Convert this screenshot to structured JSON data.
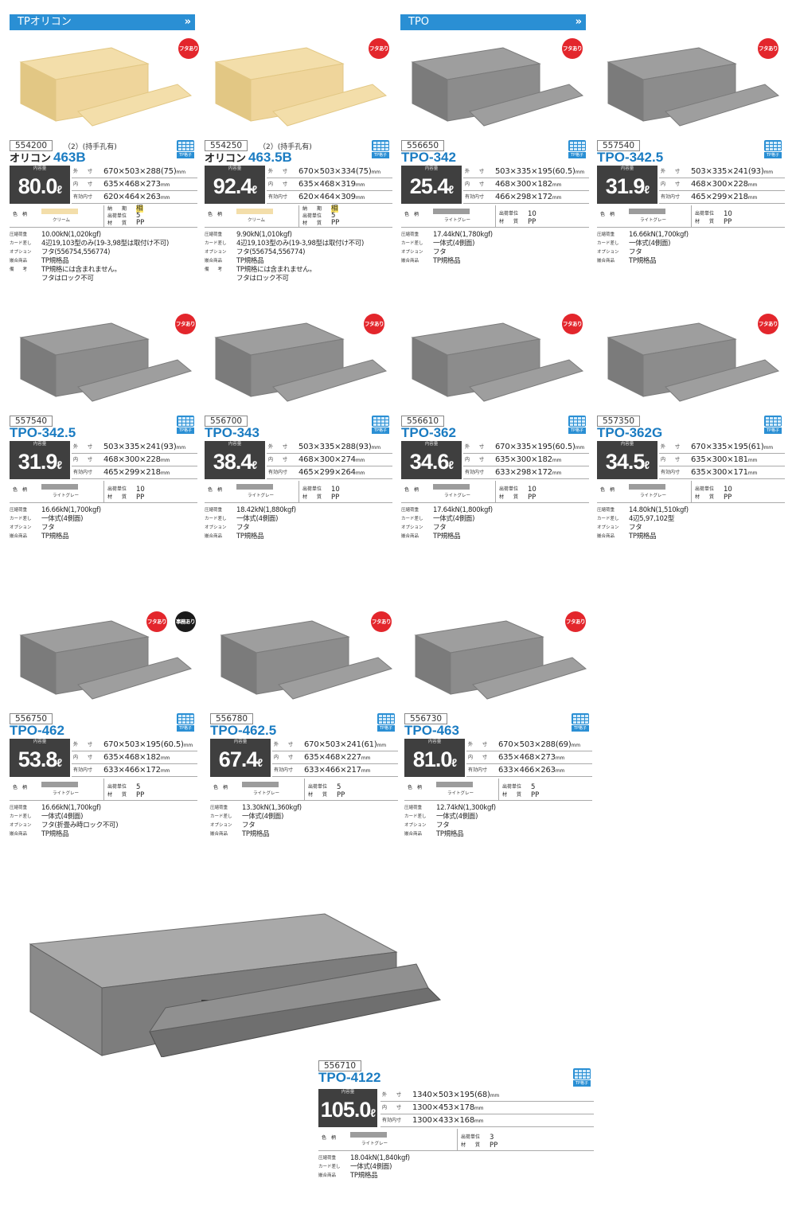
{
  "sections": [
    {
      "title": "TPオリコン",
      "chevron": "»"
    },
    {
      "title": "TPO",
      "chevron": "»"
    }
  ],
  "labels": {
    "capacity": "内容量",
    "outer": "外　　寸",
    "inner": "内　　寸",
    "effective": "有効内寸",
    "color": "色　柄",
    "ship_unit": "出荷単位",
    "material": "材　　質",
    "delivery": "納　　期",
    "load": "圧縮荷重",
    "card": "カード差し",
    "option": "オプション",
    "compat": "嵌合商品",
    "remarks": "備　　考",
    "tp_icon": "TP格子"
  },
  "badges": {
    "lid": "フタあり",
    "office": "事務あり"
  },
  "colors": {
    "accent": "#1b7cc2",
    "header": "#2a8fd4",
    "cream": "#f3deaa",
    "lightgray": "#9c9c9c",
    "badge_red": "#e3262c"
  },
  "products": [
    {
      "code": "554200",
      "note": "（2）(持手孔有)",
      "prefix": "オリコン",
      "model": "463B",
      "cap_main": "80.0",
      "cap_unit": "ℓ",
      "outer": "670×503×288(75)",
      "inner": "635×468×273",
      "effective": "620×464×263",
      "unit_mm": "mm",
      "color_name": "クリーム",
      "delivery": "相",
      "ship_unit": "5",
      "material": "PP",
      "load": "10.00kN(1,020kgf)",
      "card": "4辺19,103型のみ(19-3,98型は取付け不可)",
      "option": "フタ(556754,556774)",
      "compat": "TP規格品",
      "remarks": "TP規格には含まれません。",
      "remarks2": "フタはロック不可"
    },
    {
      "code": "554250",
      "note": "（2）(持手孔有)",
      "prefix": "オリコン",
      "model": "463.5B",
      "cap_main": "92.4",
      "cap_unit": "ℓ",
      "outer": "670×503×334(75)",
      "inner": "635×468×319",
      "effective": "620×464×309",
      "unit_mm": "mm",
      "color_name": "クリーム",
      "delivery": "相",
      "ship_unit": "5",
      "material": "PP",
      "load": "9.90kN(1,010kgf)",
      "card": "4辺19,103型のみ(19-3,98型は取付け不可)",
      "option": "フタ(556754,556774)",
      "compat": "TP規格品",
      "remarks": "TP規格には含まれません。",
      "remarks2": "フタはロック不可"
    },
    {
      "code": "556650",
      "model": "TPO-342",
      "cap_main": "25.4",
      "cap_unit": "ℓ",
      "outer": "503×335×195(60.5)",
      "inner": "468×300×182",
      "effective": "466×298×172",
      "unit_mm": "mm",
      "color_name": "ライトグレー",
      "ship_unit": "10",
      "material": "PP",
      "load": "17.44kN(1,780kgf)",
      "card": "一体式(4側面)",
      "option": "フタ",
      "compat": "TP規格品"
    },
    {
      "code": "557540",
      "model": "TPO-342.5",
      "cap_main": "31.9",
      "cap_unit": "ℓ",
      "outer": "503×335×241(93)",
      "inner": "468×300×228",
      "effective": "465×299×218",
      "unit_mm": "mm",
      "color_name": "ライトグレー",
      "ship_unit": "10",
      "material": "PP",
      "load": "16.66kN(1,700kgf)",
      "card": "一体式(4側面)",
      "option": "フタ",
      "compat": "TP規格品"
    },
    {
      "code": "557540",
      "model": "TPO-342.5",
      "cap_main": "31.9",
      "cap_unit": "ℓ",
      "outer": "503×335×241(93)",
      "inner": "468×300×228",
      "effective": "465×299×218",
      "unit_mm": "mm",
      "color_name": "ライトグレー",
      "ship_unit": "10",
      "material": "PP",
      "load": "16.66kN(1,700kgf)",
      "card": "一体式(4側面)",
      "option": "フタ",
      "compat": "TP規格品"
    },
    {
      "code": "556700",
      "model": "TPO-343",
      "cap_main": "38.4",
      "cap_unit": "ℓ",
      "outer": "503×335×288(93)",
      "inner": "468×300×274",
      "effective": "465×299×264",
      "unit_mm": "mm",
      "color_name": "ライトグレー",
      "ship_unit": "10",
      "material": "PP",
      "load": "18.42kN(1,880kgf)",
      "card": "一体式(4側面)",
      "option": "フタ",
      "compat": "TP規格品"
    },
    {
      "code": "556610",
      "model": "TPO-362",
      "cap_main": "34.6",
      "cap_unit": "ℓ",
      "outer": "670×335×195(60.5)",
      "inner": "635×300×182",
      "effective": "633×298×172",
      "unit_mm": "mm",
      "color_name": "ライトグレー",
      "ship_unit": "10",
      "material": "PP",
      "load": "17.64kN(1,800kgf)",
      "card": "一体式(4側面)",
      "option": "フタ",
      "compat": "TP規格品"
    },
    {
      "code": "557350",
      "model": "TPO-362G",
      "cap_main": "34.5",
      "cap_unit": "ℓ",
      "outer": "670×335×195(61)",
      "inner": "635×300×181",
      "effective": "635×300×171",
      "unit_mm": "mm",
      "color_name": "ライトグレー",
      "ship_unit": "10",
      "material": "PP",
      "load": "14.80kN(1,510kgf)",
      "card": "4辺5,97,102型",
      "option": "フタ",
      "compat": "TP規格品"
    },
    {
      "code": "556750",
      "model": "TPO-462",
      "cap_main": "53.8",
      "cap_unit": "ℓ",
      "outer": "670×503×195(60.5)",
      "inner": "635×468×182",
      "effective": "633×466×172",
      "unit_mm": "mm",
      "color_name": "ライトグレー",
      "ship_unit": "5",
      "material": "PP",
      "load": "16.66kN(1,700kgf)",
      "card": "一体式(4側面)",
      "option": "フタ(折畳み時ロック不可)",
      "compat": "TP規格品"
    },
    {
      "code": "556780",
      "model": "TPO-462.5",
      "cap_main": "67.4",
      "cap_unit": "ℓ",
      "outer": "670×503×241(61)",
      "inner": "635×468×227",
      "effective": "633×466×217",
      "unit_mm": "mm",
      "color_name": "ライトグレー",
      "ship_unit": "5",
      "material": "PP",
      "load": "13.30kN(1,360kgf)",
      "card": "一体式(4側面)",
      "option": "フタ",
      "compat": "TP規格品"
    },
    {
      "code": "556730",
      "model": "TPO-463",
      "cap_main": "81.0",
      "cap_unit": "ℓ",
      "outer": "670×503×288(69)",
      "inner": "635×468×273",
      "effective": "633×466×263",
      "unit_mm": "mm",
      "color_name": "ライトグレー",
      "ship_unit": "5",
      "material": "PP",
      "load": "12.74kN(1,300kgf)",
      "card": "一体式(4側面)",
      "option": "フタ",
      "compat": "TP規格品"
    },
    {
      "code": "556710",
      "model": "TPO-4122",
      "cap_main": "105.0",
      "cap_unit": "ℓ",
      "outer": "1340×503×195(68)",
      "inner": "1300×453×178",
      "effective": "1300×433×168",
      "unit_mm": "mm",
      "color_name": "ライトグレー",
      "ship_unit": "3",
      "material": "PP",
      "load": "18.04kN(1,840kgf)",
      "card": "一体式(4側面)",
      "compat": "TP規格品"
    }
  ]
}
